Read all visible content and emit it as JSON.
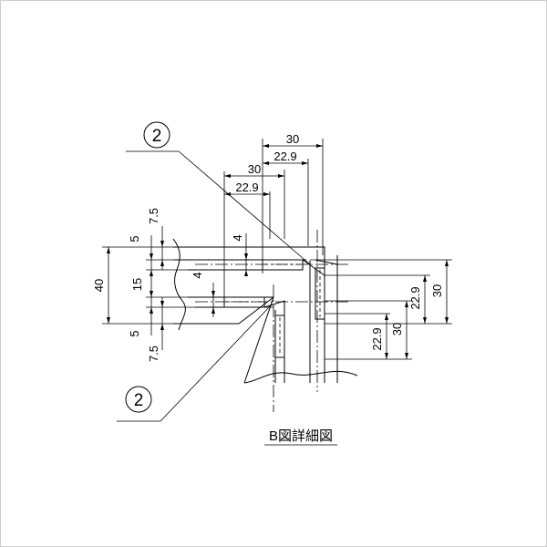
{
  "drawing": {
    "title": "B図詳細図",
    "callouts": {
      "top": "2",
      "bottom": "2"
    },
    "top_dims": {
      "outer_30": "30",
      "outer_22_9": "22.9",
      "inner_30": "30",
      "inner_22_9": "22.9"
    },
    "left_dims": {
      "d7_5_top": "7.5",
      "d5_top": "5",
      "d15": "15",
      "d40": "40",
      "d5_bottom": "5",
      "d7_5_bottom": "7.5",
      "d4_upper": "4",
      "d4_lower": "4"
    },
    "right_dims": {
      "upper_22_9": "22.9",
      "upper_30": "30",
      "lower_22_9": "22.9",
      "lower_30": "30"
    }
  }
}
